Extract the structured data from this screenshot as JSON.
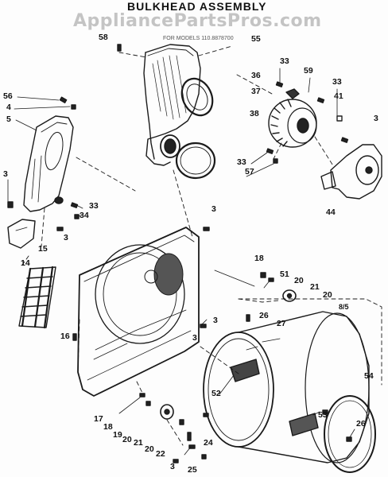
{
  "diagram": {
    "title": "BULKHEAD ASSEMBLY",
    "watermark": "AppliancePartsPros.com",
    "subtitle": "FOR MODELS 110.8878700",
    "page_code": "8/5"
  },
  "labels": [
    {
      "id": "l58",
      "text": "58"
    },
    {
      "id": "l55",
      "text": "55"
    },
    {
      "id": "l33a",
      "text": "33"
    },
    {
      "id": "l36",
      "text": "36"
    },
    {
      "id": "l59",
      "text": "59"
    },
    {
      "id": "l37",
      "text": "37"
    },
    {
      "id": "l33b",
      "text": "33"
    },
    {
      "id": "l41",
      "text": "41"
    },
    {
      "id": "l38",
      "text": "38"
    },
    {
      "id": "l3a",
      "text": "3"
    },
    {
      "id": "l56",
      "text": "56"
    },
    {
      "id": "l4",
      "text": "4"
    },
    {
      "id": "l5",
      "text": "5"
    },
    {
      "id": "l33c",
      "text": "33"
    },
    {
      "id": "l57",
      "text": "57"
    },
    {
      "id": "l44",
      "text": "44"
    },
    {
      "id": "l3b",
      "text": "3"
    },
    {
      "id": "l33d",
      "text": "33"
    },
    {
      "id": "l34",
      "text": "34"
    },
    {
      "id": "l3c",
      "text": "3"
    },
    {
      "id": "l3d",
      "text": "3"
    },
    {
      "id": "l15",
      "text": "15"
    },
    {
      "id": "l14",
      "text": "14"
    },
    {
      "id": "l18a",
      "text": "18"
    },
    {
      "id": "l51",
      "text": "51"
    },
    {
      "id": "l20a",
      "text": "20"
    },
    {
      "id": "l21a",
      "text": "21"
    },
    {
      "id": "l20b",
      "text": "20"
    },
    {
      "id": "l26a",
      "text": "26"
    },
    {
      "id": "l27",
      "text": "27"
    },
    {
      "id": "l3e",
      "text": "3"
    },
    {
      "id": "l3f",
      "text": "3"
    },
    {
      "id": "l16",
      "text": "16"
    },
    {
      "id": "l52",
      "text": "52"
    },
    {
      "id": "l54",
      "text": "54"
    },
    {
      "id": "l53",
      "text": "53"
    },
    {
      "id": "l26b",
      "text": "26"
    },
    {
      "id": "l17",
      "text": "17"
    },
    {
      "id": "l18b",
      "text": "18"
    },
    {
      "id": "l19",
      "text": "19"
    },
    {
      "id": "l20c",
      "text": "20"
    },
    {
      "id": "l21b",
      "text": "21"
    },
    {
      "id": "l20d",
      "text": "20"
    },
    {
      "id": "l22",
      "text": "22"
    },
    {
      "id": "l24",
      "text": "24"
    },
    {
      "id": "l3g",
      "text": "3"
    },
    {
      "id": "l25",
      "text": "25"
    }
  ]
}
